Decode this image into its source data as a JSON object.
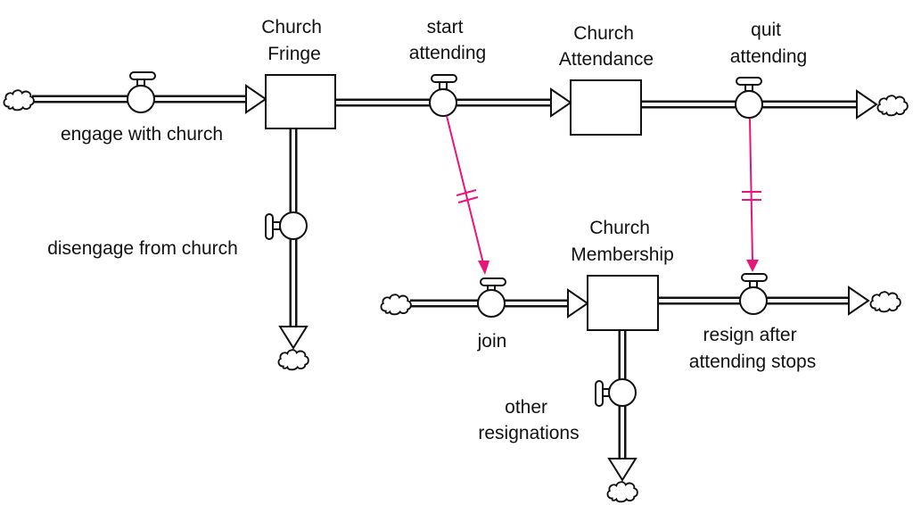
{
  "diagram": {
    "type": "stock-and-flow",
    "link_color": "#e8157a",
    "stocks": [
      {
        "id": "fringe",
        "label_lines": [
          "Church",
          "Fringe"
        ]
      },
      {
        "id": "attendance",
        "label_lines": [
          "Church",
          "Attendance"
        ]
      },
      {
        "id": "membership",
        "label_lines": [
          "Church",
          "Membership"
        ]
      }
    ],
    "flows": [
      {
        "id": "engage",
        "label_lines": [
          "engage with church"
        ],
        "from": "cloud",
        "to": "fringe"
      },
      {
        "id": "start",
        "label_lines": [
          "start",
          "attending"
        ],
        "from": "fringe",
        "to": "attendance"
      },
      {
        "id": "quit",
        "label_lines": [
          "quit",
          "attending"
        ],
        "from": "attendance",
        "to": "cloud"
      },
      {
        "id": "disengage",
        "label_lines": [
          "disengage from church"
        ],
        "from": "fringe",
        "to": "cloud"
      },
      {
        "id": "join",
        "label_lines": [
          "join"
        ],
        "from": "cloud",
        "to": "membership"
      },
      {
        "id": "resign",
        "label_lines": [
          "resign after",
          "attending stops"
        ],
        "from": "membership",
        "to": "cloud"
      },
      {
        "id": "other",
        "label_lines": [
          "other",
          "resignations"
        ],
        "from": "membership",
        "to": "cloud"
      }
    ],
    "links": [
      {
        "from": "start",
        "to": "join",
        "delay": true
      },
      {
        "from": "quit",
        "to": "resign",
        "delay": true
      }
    ]
  }
}
